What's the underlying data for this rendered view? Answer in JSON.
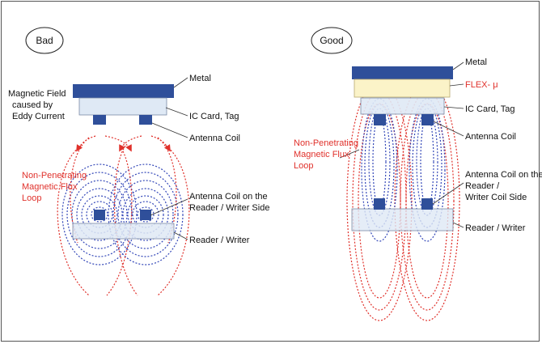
{
  "panels": {
    "bad": {
      "heading": "Bad",
      "labels": {
        "metal": "Metal",
        "eddy_line1": "Magnetic Field",
        "eddy_line2": "caused by",
        "eddy_line3": "Eddy Current",
        "ic_card": "IC Card, Tag",
        "antenna_coil": "Antenna Coil",
        "nonpen_line1": "Non-Penetrating",
        "nonpen_line2": "Magnetic Flux",
        "nonpen_line3": "Loop",
        "reader_coil_line1": "Antenna Coil on the",
        "reader_coil_line2": "Reader / Writer Side",
        "reader_writer": "Reader / Writer"
      }
    },
    "good": {
      "heading": "Good",
      "labels": {
        "metal": "Metal",
        "flex": "FLEX- μ",
        "ic_card": "IC Card, Tag",
        "antenna_coil": "Antenna Coil",
        "nonpen_line1": "Non-Penetrating",
        "nonpen_line2": "Magnetic Flux",
        "nonpen_line3": "Loop",
        "reader_coil_line1": "Antenna Coil on the",
        "reader_coil_line2": "Reader /",
        "reader_coil_line3": "Writer Coil Side",
        "reader_writer": "Reader / Writer"
      }
    }
  },
  "colors": {
    "metal": "#2f4f9a",
    "ic_card": "#dfe9f5",
    "flex": "#fbf3c8",
    "coil": "#2f4f9a",
    "flux_blue": "#3347b8",
    "flux_red": "#e0312b",
    "leader": "#333333"
  }
}
